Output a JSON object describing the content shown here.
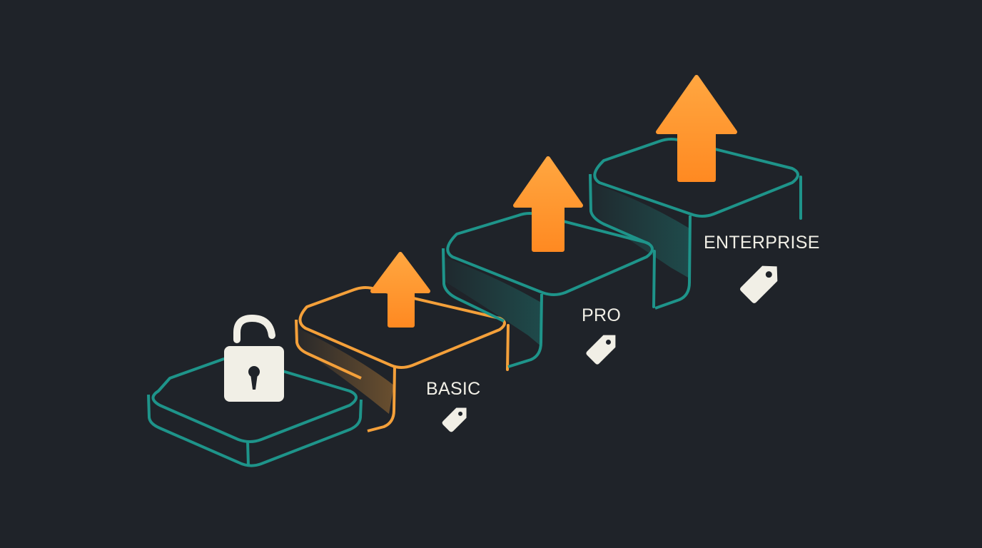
{
  "colors": {
    "background": "#1f2329",
    "teal": "#1e948a",
    "orange": "#f4a03a",
    "arrow_top": "#ffa640",
    "arrow_bottom": "#ff8a22",
    "icon_fill": "#f1efe6",
    "label_text": "#f1efe6"
  },
  "tiers": [
    {
      "id": "free",
      "icon": "unlocked-padlock-icon",
      "accent": "teal"
    },
    {
      "id": "basic",
      "label": "BASIC",
      "icon": "price-tag-icon",
      "accent": "orange",
      "arrow": "up-arrow-icon"
    },
    {
      "id": "pro",
      "label": "PRO",
      "icon": "price-tag-icon",
      "accent": "teal",
      "arrow": "up-arrow-icon"
    },
    {
      "id": "enterprise",
      "label": "ENTERPRISE",
      "icon": "price-tag-icon",
      "accent": "teal",
      "arrow": "up-arrow-icon"
    }
  ]
}
